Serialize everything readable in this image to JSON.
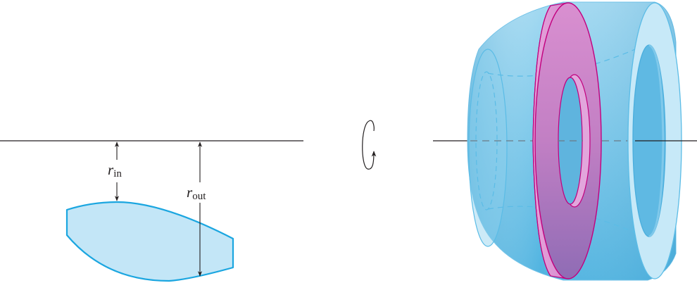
{
  "labels": {
    "r_in_symbol": "r",
    "r_in_subscript": "in",
    "r_out_symbol": "r",
    "r_out_subscript": "out"
  },
  "colors": {
    "region_fill": "#c3e6f7",
    "region_stroke": "#1ba6e0",
    "solid_body": "#7cc8ea",
    "solid_edge": "#5bbce6",
    "washer_fill": "#d57bc9",
    "washer_stroke": "#c2007e",
    "axis_line": "#231f20"
  },
  "icons": {
    "rotation": "circular-rotation-arrow-icon"
  }
}
